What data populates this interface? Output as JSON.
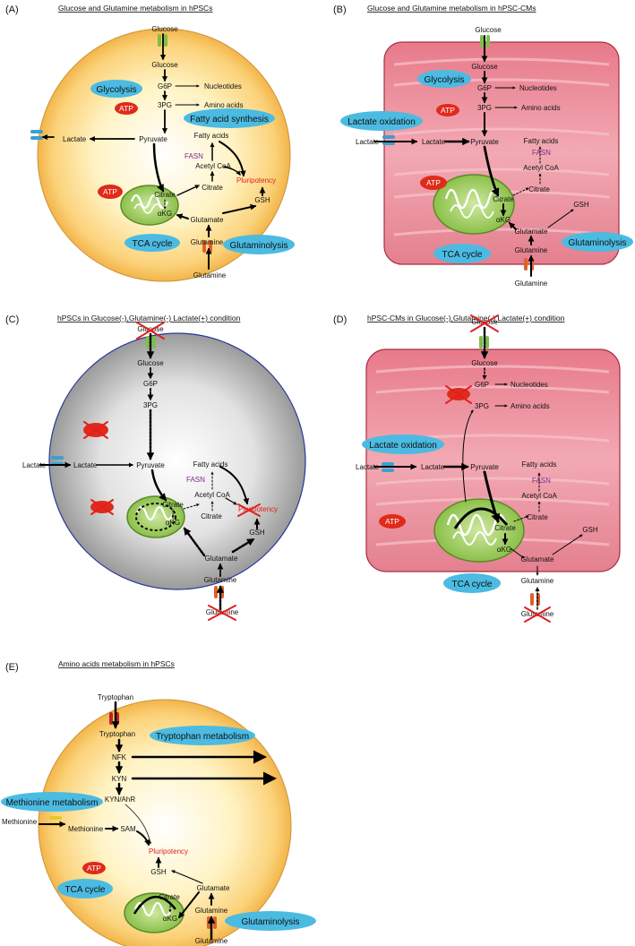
{
  "panels": [
    {
      "letter": "(A)",
      "title": "Glucose and  Glutamine metabolism in hPSCs",
      "nodes": {
        "glucose_out": "Glucose",
        "glucose_in": "Glucose",
        "g6p": "G6P",
        "nucleotides": "Nucleotides",
        "3pg": "3PG",
        "amino_acids": "Amino acids",
        "lactate": "Lactate",
        "pyruvate": "Pyruvate",
        "fatty_acids": "Fatty acids",
        "fasn": "FASN",
        "acetyl_coa": "Acetyl CoA",
        "citrate_cyto": "Citrate",
        "citrate_mito": "Citrate",
        "akg": "αKG",
        "pluripotency": "Pluripotency",
        "gsh": "GSH",
        "glutamate": "Glutamate",
        "glutamine_in": "Glutamine",
        "glutamine_out": "Glutamine"
      },
      "ovals": {
        "glycolysis": "Glycolysis",
        "fatty_acid_synthesis": "Fatty acid synthesis",
        "tca_cycle": "TCA cycle",
        "glutaminolysis": "Glutaminolysis"
      },
      "atp": [
        "ATP",
        "ATP"
      ]
    },
    {
      "letter": "(B)",
      "title": "Glucose and Glutamine metabolism in hPSC-CMs",
      "nodes": {
        "glucose_out": "Glucose",
        "glucose_in": "Glucose",
        "g6p": "G6P",
        "nucleotides": "Nucleotides",
        "3pg": "3PG",
        "amino_acids": "Amino acids",
        "lactate_out": "Lactate",
        "lactate_in": "Lactate",
        "pyruvate": "Pyruvate",
        "fatty_acids": "Fatty acids",
        "fasn": "FASN",
        "acetyl_coa": "Acetyl CoA",
        "citrate_cyto": "Citrate",
        "citrate_mito": "Citrate",
        "akg": "αKG",
        "gsh": "GSH",
        "glutamate": "Glutamate",
        "glutamine_in": "Glutamine",
        "glutamine_out": "Glutamine"
      },
      "ovals": {
        "glycolysis": "Glycolysis",
        "lactate_oxidation": "Lactate oxidation",
        "tca_cycle": "TCA cycle",
        "glutaminolysis": "Glutaminolysis"
      },
      "atp": [
        "ATP",
        "ATP"
      ]
    },
    {
      "letter": "(C)",
      "title": "hPSCs in Glucose(-),Glutamine(-) Lactate(+) condition",
      "nodes": {
        "glucose_out": "Glucose",
        "glucose_in": "Glucose",
        "g6p": "G6P",
        "3pg": "3PG",
        "lactate_out": "Lactate",
        "lactate_in": "Lactate",
        "pyruvate": "Pyruvate",
        "fatty_acids": "Fatty acids",
        "fasn": "FASN",
        "acetyl_coa": "Acetyl CoA",
        "citrate_cyto": "Citrate",
        "citrate_mito": "Citrate",
        "akg": "αKG",
        "pluripotency": "Pluripotency",
        "gsh": "GSH",
        "glutamate": "Glutamate",
        "glutamine_in": "Glutamine",
        "glutamine_out": "Glutamine"
      }
    },
    {
      "letter": "(D)",
      "title": "hPSC-CMs in Glucose(-),Glutamine(-) Lactate(+) condition",
      "nodes": {
        "glucose_out": "Glucose",
        "glucose_in": "Glucose",
        "g6p": "G6P",
        "nucleotides": "Nucleotides",
        "3pg": "3PG",
        "amino_acids": "Amino acids",
        "lactate_out": "Lactate",
        "lactate_in": "Lactate",
        "pyruvate": "Pyruvate",
        "fatty_acids": "Fatty acids",
        "fasn": "FASN",
        "acetyl_coa": "Acetyl CoA",
        "citrate_cyto": "Citrate",
        "citrate_mito": "Citrate",
        "akg": "αKG",
        "gsh": "GSH",
        "glutamate": "Glutamate",
        "glutamine_in": "Glutamine",
        "glutamine_out": "Glutamine"
      },
      "ovals": {
        "lactate_oxidation": "Lactate oxidation",
        "tca_cycle": "TCA cycle"
      },
      "atp": [
        "ATP"
      ]
    },
    {
      "letter": "(E)",
      "title": "Amino acids metabolism in hPSCs",
      "nodes": {
        "tryptophan_out": "Tryptophan",
        "tryptophan_in": "Tryptophan",
        "nfk": "NFK",
        "kyn": "KYN",
        "kyn_ahr": "KYN/AhR",
        "methionine_out": "Methionine",
        "methionine_in": "Methionine",
        "sam": "SAM",
        "pluripotency": "Pluripotency",
        "gsh": "GSH",
        "citrate": "Citrate",
        "akg": "αKG",
        "glutamate": "Glutamate",
        "glutamine_in": "Glutamine",
        "glutamine_out": "Glutamine"
      },
      "ovals": {
        "tryptophan_metabolism": "Tryptophan metabolism",
        "methionine_metabolism": "Methionine metabolism",
        "tca_cycle": "TCA cycle",
        "glutaminolysis": "Glutaminolysis"
      },
      "atp": [
        "ATP"
      ]
    }
  ]
}
